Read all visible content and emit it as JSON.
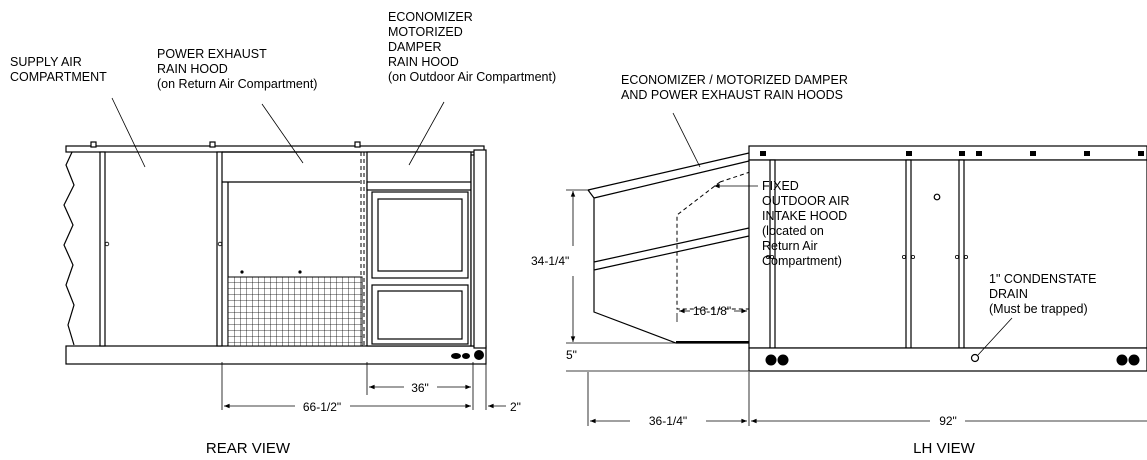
{
  "rear_view": {
    "title": "REAR VIEW",
    "labels": {
      "supply_air": [
        "SUPPLY AIR",
        "COMPARTMENT"
      ],
      "power_exhaust": [
        "POWER EXHAUST",
        "RAIN HOOD",
        "(on Return Air Compartment)"
      ],
      "economizer": [
        "ECONOMIZER",
        "MOTORIZED",
        "DAMPER",
        "RAIN HOOD",
        "(on Outdoor Air Compartment)"
      ]
    },
    "dimensions": {
      "d36": "36\"",
      "d66": "66-1/2\"",
      "d2": "2\""
    }
  },
  "lh_view": {
    "title": "LH  VIEW",
    "labels": {
      "hoods": [
        "ECONOMIZER / MOTORIZED DAMPER",
        "AND POWER EXHAUST RAIN HOODS"
      ],
      "fixed_intake": [
        "FIXED",
        "OUTDOOR AIR",
        "INTAKE HOOD",
        "(located on",
        "Return Air",
        "Compartment)"
      ],
      "condensate": [
        "1\" CONDENSTATE",
        "DRAIN",
        "(Must be trapped)"
      ]
    },
    "dimensions": {
      "d34": "34-1/4\"",
      "d5": "5\"",
      "d16": "16-1/8\"",
      "d36": "36-1/4\"",
      "d92": "92\""
    }
  }
}
